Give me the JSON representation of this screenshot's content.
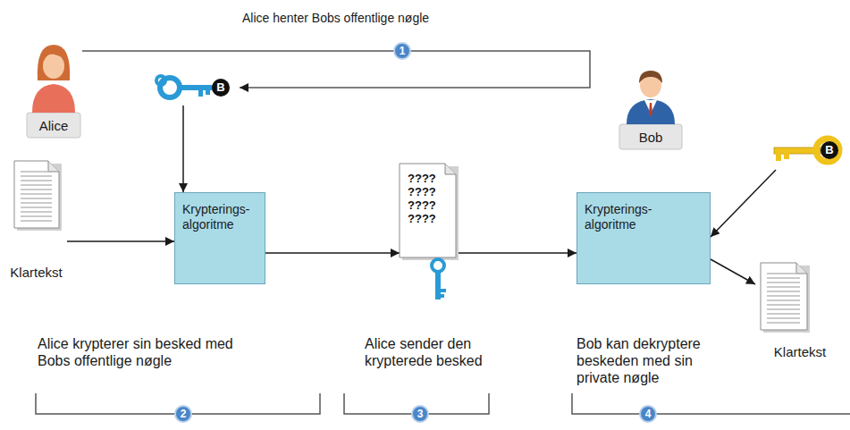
{
  "diagram": {
    "nodes": [
      {
        "text": [
          "Alice"
        ]
      },
      {
        "text": [
          "Bob"
        ]
      },
      {
        "text": [
          "B"
        ]
      },
      {
        "text": [
          "Klartekst"
        ]
      },
      {
        "text": [
          "Krypterings- algoritme"
        ]
      },
      {
        "text": [
          "???? ???? ???? ????"
        ]
      },
      {
        "text": [
          "Krypterings- algoritme"
        ]
      },
      {
        "text": [
          "B"
        ]
      },
      {
        "text": [
          "Klartekst"
        ]
      }
    ],
    "edges": [
      {
        "from": 0,
        "to": 2,
        "arrow": "to",
        "label": "Alice henter Bobs offentlige nøgle"
      },
      {
        "from": 2,
        "to": 4,
        "arrow": "to"
      },
      {
        "from": 3,
        "to": 4,
        "arrow": "to"
      },
      {
        "from": 4,
        "to": 5,
        "arrow": "to"
      },
      {
        "from": 5,
        "to": 6,
        "arrow": "to"
      },
      {
        "from": 7,
        "to": 6,
        "arrow": "to"
      },
      {
        "from": 6,
        "to": 8,
        "arrow": "to"
      }
    ],
    "labels": [
      "1",
      "Alice krypterer sin besked med Bobs offentlige nøgle",
      "2",
      "Alice sender den krypterede besked",
      "3",
      "Bob kan dekryptere beskeden med sin private nøgle",
      "4"
    ]
  }
}
